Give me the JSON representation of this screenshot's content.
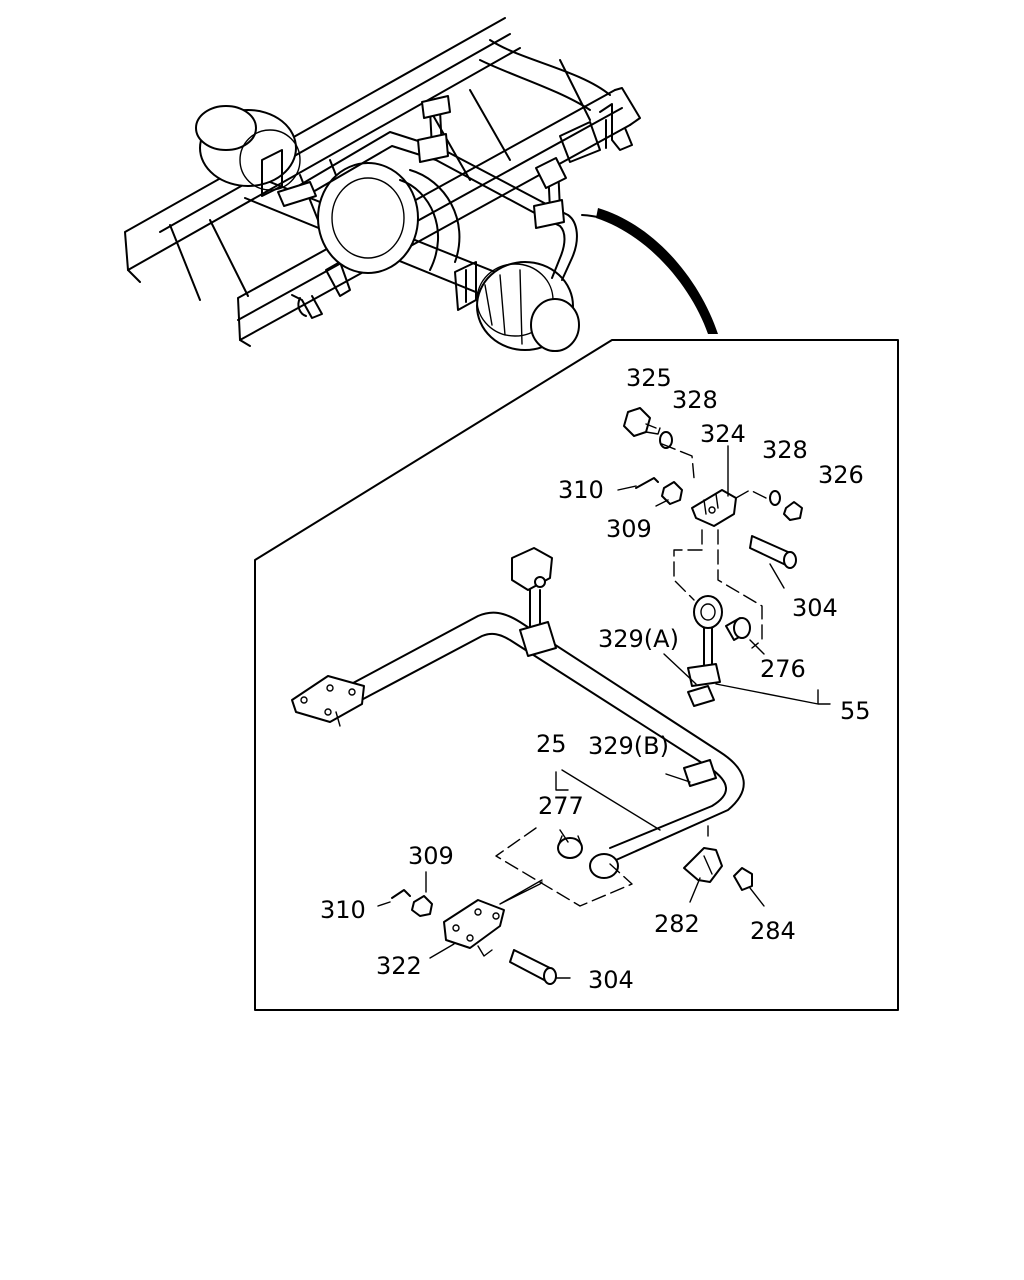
{
  "labels": {
    "l325": "325",
    "l328a": "328",
    "l324": "324",
    "l328b": "328",
    "l326": "326",
    "l310a": "310",
    "l309a": "309",
    "l304a": "304",
    "l329a": "329(A)",
    "l276": "276",
    "l55": "55",
    "l25": "25",
    "l329b": "329(B)",
    "l277": "277",
    "l309b": "309",
    "l310b": "310",
    "l282": "282",
    "l284": "284",
    "l322": "322",
    "l304b": "304"
  }
}
